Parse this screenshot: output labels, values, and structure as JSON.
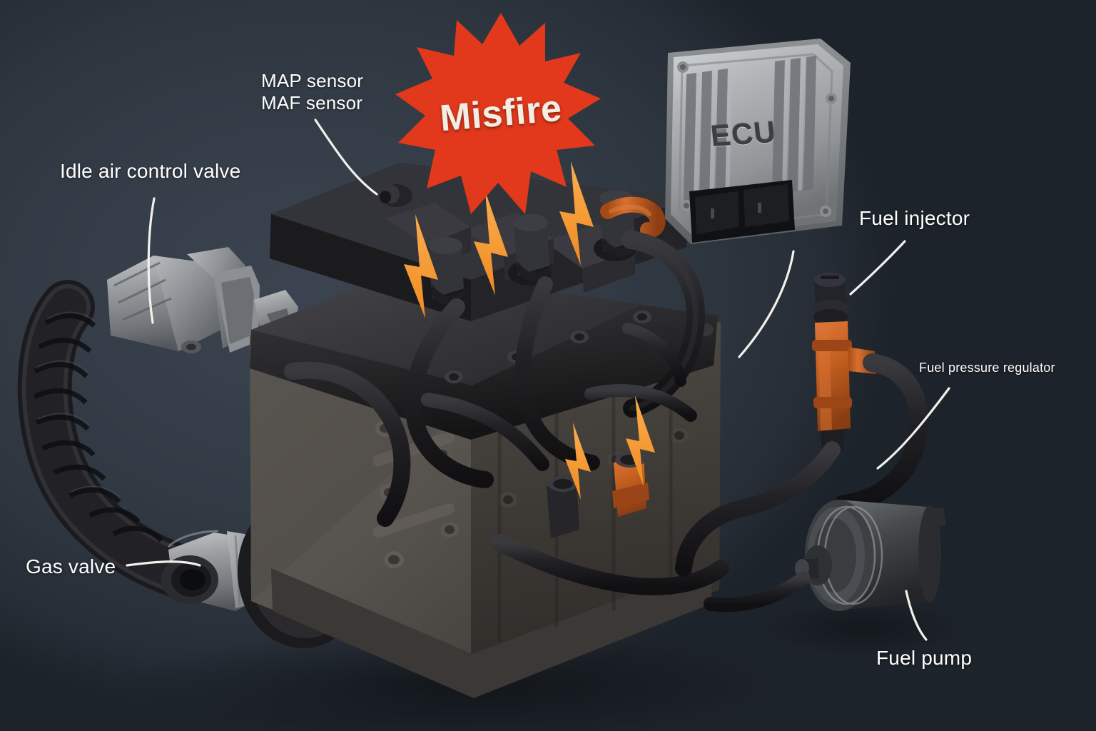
{
  "scene": {
    "title": "Engine misfire diagnostic diagram",
    "background_top": "#333b46",
    "background_bottom": "#1c2128",
    "label_color": "#ffffff",
    "leader_color": "#f2f0ea"
  },
  "badge": {
    "text": "Misfire",
    "shape": "starburst",
    "fill": "#e2391c",
    "text_color": "#f2eee4",
    "points": 12
  },
  "ecu": {
    "text": "ECU",
    "body_color": "#a9acae",
    "text_color": "#3c3f42",
    "connector_color": "#131519"
  },
  "labels": [
    {
      "id": "idle-air-control-valve",
      "text": "Idle air control valve",
      "size": 28
    },
    {
      "id": "map-sensor",
      "text": "MAP sensor",
      "size": 26
    },
    {
      "id": "maf-sensor",
      "text": "MAF sensor",
      "size": 26
    },
    {
      "id": "gas-valve",
      "text": "Gas valve",
      "size": 28
    },
    {
      "id": "fuel-injector",
      "text": "Fuel injector",
      "size": 28
    },
    {
      "id": "fuel-pressure-regulator",
      "text": "Fuel pressure regulator",
      "size": 18
    },
    {
      "id": "fuel-pump",
      "text": "Fuel pump",
      "size": 28
    }
  ],
  "components": {
    "engine_block_color": "#55514d",
    "valve_cover_color": "#2b2b2d",
    "hose_color": "#242428",
    "metal_color": "#8f9295",
    "accent_orange": "#c2581f",
    "spark_color": "#f5973a"
  },
  "sparks": {
    "count": 5,
    "color": "#f5973a",
    "label": "misfire-spark-bolt"
  }
}
